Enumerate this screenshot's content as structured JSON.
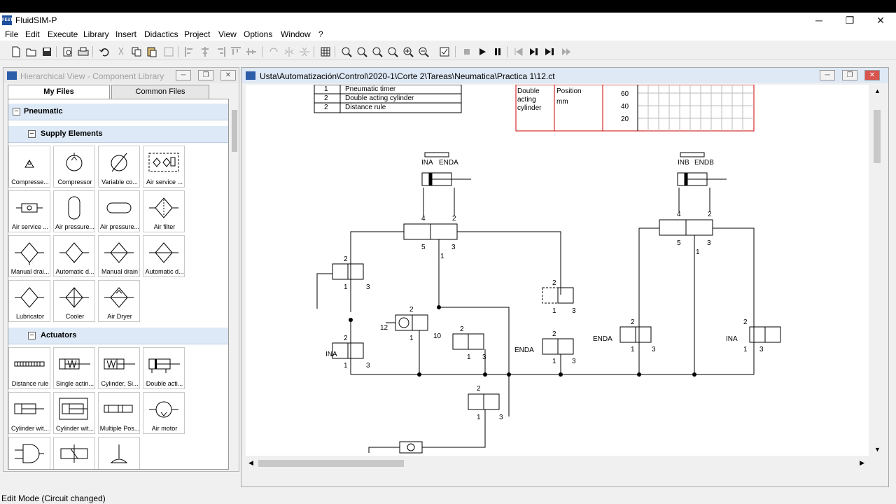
{
  "app": {
    "title": "FluidSIM-P",
    "logo_text": "FESTO"
  },
  "window_buttons": {
    "minimize": "─",
    "restore": "❐",
    "close": "✕"
  },
  "menu": [
    "File",
    "Edit",
    "Execute",
    "Library",
    "Insert",
    "Didactics",
    "Project",
    "View",
    "Options",
    "Window",
    "?"
  ],
  "library": {
    "title": "Hierarchical View - Component Library",
    "tabs": [
      "My Files",
      "Common Files"
    ],
    "root_group": "Pneumatic",
    "supply_group": "Supply Elements",
    "supply_items": [
      "Compresse...",
      "Compressor",
      "Variable co...",
      "Air service ...",
      "Air service ...",
      "Air pressure...",
      "Air pressure...",
      "Air filter",
      "Manual drai...",
      "Automatic d...",
      "Manual drain",
      "Automatic d...",
      "Lubricator",
      "Cooler",
      "Air Dryer"
    ],
    "actuator_group": "Actuators",
    "actuator_items": [
      "Distance rule",
      "Single actin...",
      "Cylinder, Si...",
      "Double acti...",
      "Cylinder wit...",
      "Cylinder wit...",
      "Multiple Pos...",
      "Air motor",
      "",
      "",
      ""
    ]
  },
  "circuit": {
    "title": "Usta\\Automatización\\Control\\2020-1\\Corte 2\\Tareas\\Neumatica\\Practica 1\\12.ct",
    "parts_table": [
      {
        "qty": "1",
        "name": "Pneumatic timer"
      },
      {
        "qty": "2",
        "name": "Double acting cylinder"
      },
      {
        "qty": "2",
        "name": "Distance rule"
      }
    ],
    "diagram": {
      "component": [
        "Double",
        "acting",
        "cylinder"
      ],
      "quantity": "Position",
      "unit": "mm",
      "ticks": [
        "60",
        "40",
        "20"
      ]
    },
    "labels": {
      "ina": "INA",
      "enda": "ENDA",
      "inb": "INB",
      "endb": "ENDB",
      "p4": "4",
      "p2": "2",
      "p5": "5",
      "p1": "1",
      "p3": "3",
      "p12": "12",
      "p10": "10"
    }
  },
  "status": "Edit Mode (Circuit changed)"
}
